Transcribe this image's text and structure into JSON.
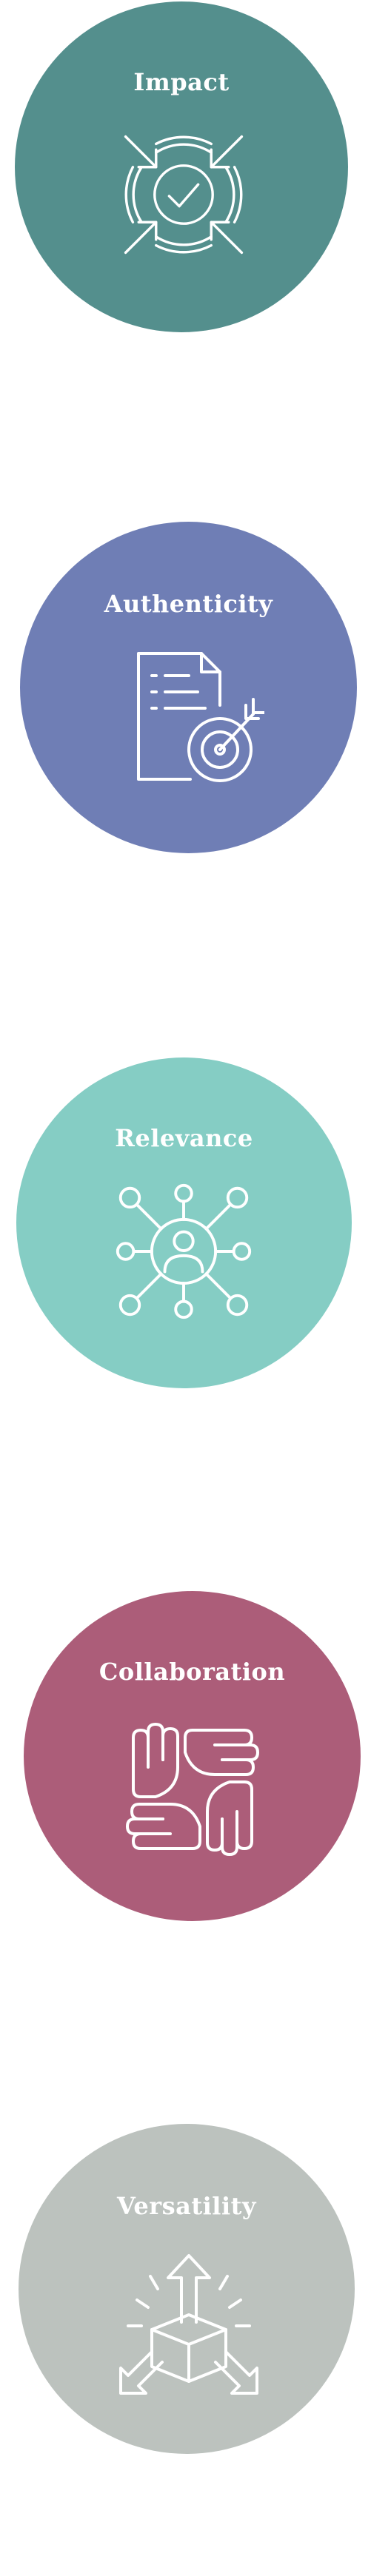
{
  "values": [
    {
      "title": "Impact",
      "icon": "target-arrows-icon",
      "color": "#548f8d"
    },
    {
      "title": "Authenticity",
      "icon": "document-target-icon",
      "color": "#6f7eb5"
    },
    {
      "title": "Relevance",
      "icon": "user-network-icon",
      "color": "#85cdc4"
    },
    {
      "title": "Collaboration",
      "icon": "teamwork-hands-icon",
      "color": "#ac5d79"
    },
    {
      "title": "Versatility",
      "icon": "box-arrows-icon",
      "color": "#bcc2be"
    }
  ]
}
